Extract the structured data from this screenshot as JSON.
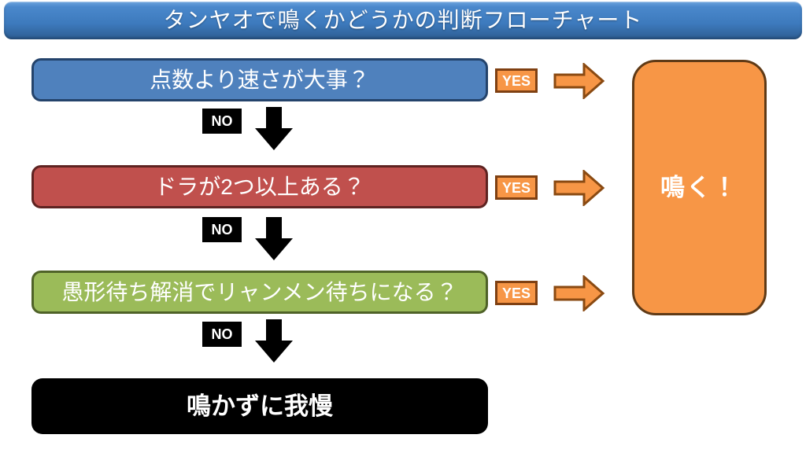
{
  "title": "タンヤオで鳴くかどうかの判断フローチャート",
  "labels": {
    "yes": "YES",
    "no": "NO"
  },
  "questions": [
    {
      "label": "点数より速さが大事？",
      "color": "#4f81bd",
      "border_color": "#24436b"
    },
    {
      "label": "ドラが2つ以上ある？",
      "color": "#c0504d",
      "border_color": "#5e2321"
    },
    {
      "label": "愚形待ち解消でリャンメン待ちになる？",
      "color": "#9bbb59",
      "border_color": "#4f6228"
    }
  ],
  "results": {
    "call": {
      "label": "鳴く！",
      "color": "#f79646",
      "border_color": "#5f3a16"
    },
    "endure": {
      "label": "鳴かずに我慢",
      "color": "#000000"
    }
  },
  "accent": {
    "header_blue": "#3d7abd",
    "yes_fill": "#f79646",
    "yes_border": "#7f4012",
    "no_fill": "#000000",
    "text_on_color": "#ffffff"
  }
}
